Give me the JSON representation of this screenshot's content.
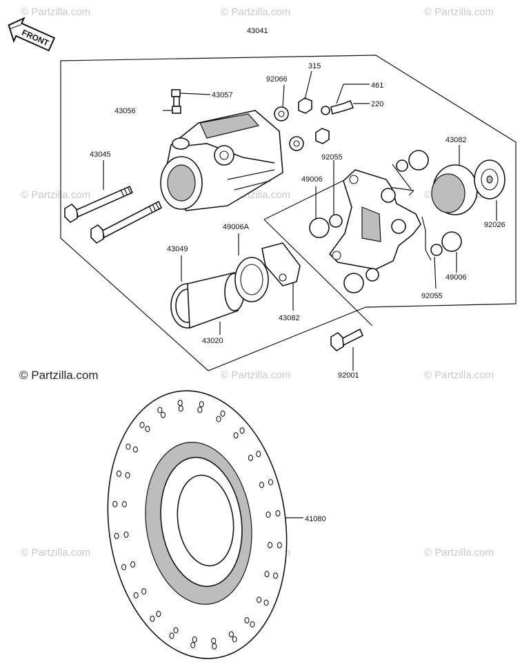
{
  "watermark_text": "© Partzilla.com",
  "copyright_text": "© Partzilla.com",
  "front_label": "FRONT",
  "part_labels": {
    "p43041": "43041",
    "p92066": "92066",
    "p315": "315",
    "p461": "461",
    "p220": "220",
    "p43057": "43057",
    "p43056": "43056",
    "p43045": "43045",
    "p92055a": "92055",
    "p49006a": "49006",
    "p43082a": "43082",
    "p49006A": "49006A",
    "p43049": "43049",
    "p92026": "92026",
    "p49006b": "49006",
    "p92055b": "92055",
    "p43082b": "43082",
    "p43020": "43020",
    "p92001": "92001",
    "p41080": "41080"
  }
}
